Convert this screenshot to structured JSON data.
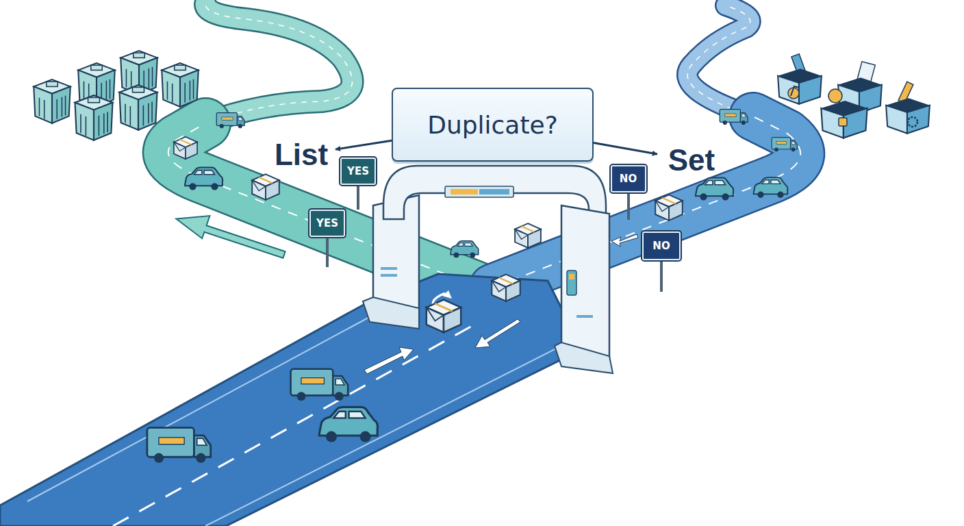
{
  "diagram": {
    "nodes": [
      {
        "text": [
          "Duplicate?"
        ]
      },
      {
        "text": [
          "List"
        ]
      },
      {
        "text": [
          "Set"
        ]
      }
    ],
    "edges": [
      {
        "from": 0,
        "to": 1,
        "label": "YES",
        "arrow": "to"
      },
      {
        "from": 0,
        "to": 2,
        "label": "NO",
        "arrow": "to"
      }
    ],
    "labels": [
      "YES",
      "NO"
    ]
  }
}
